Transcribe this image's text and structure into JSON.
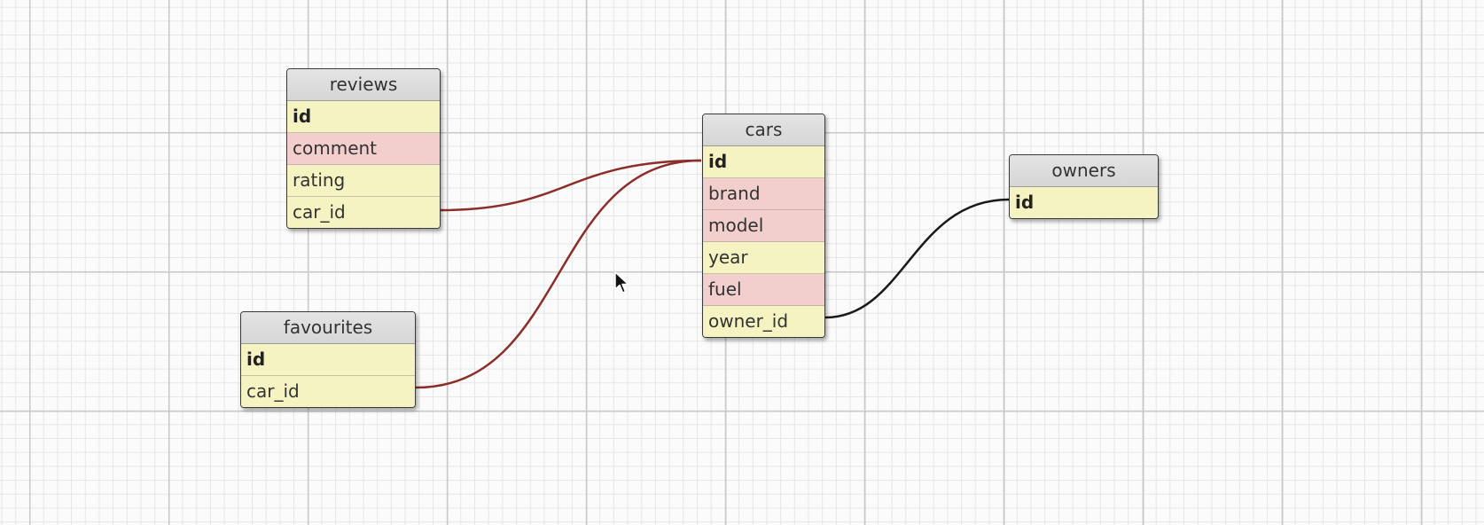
{
  "diagram": {
    "tables": [
      {
        "name": "reviews",
        "fields": [
          {
            "name": "id",
            "kind": "key"
          },
          {
            "name": "comment",
            "kind": "text"
          },
          {
            "name": "rating",
            "kind": "number"
          },
          {
            "name": "car_id",
            "kind": "number"
          }
        ]
      },
      {
        "name": "cars",
        "fields": [
          {
            "name": "id",
            "kind": "key"
          },
          {
            "name": "brand",
            "kind": "text"
          },
          {
            "name": "model",
            "kind": "text"
          },
          {
            "name": "year",
            "kind": "number"
          },
          {
            "name": "fuel",
            "kind": "text"
          },
          {
            "name": "owner_id",
            "kind": "number"
          }
        ]
      },
      {
        "name": "owners",
        "fields": [
          {
            "name": "id",
            "kind": "key"
          }
        ]
      },
      {
        "name": "favourites",
        "fields": [
          {
            "name": "id",
            "kind": "key"
          },
          {
            "name": "car_id",
            "kind": "number"
          }
        ]
      }
    ],
    "relations": [
      {
        "from": "reviews.car_id",
        "to": "cars.id",
        "color": "#8b2e2a"
      },
      {
        "from": "favourites.car_id",
        "to": "cars.id",
        "color": "#8b2e2a"
      },
      {
        "from": "cars.owner_id",
        "to": "owners.id",
        "color": "#1a1a1a"
      }
    ],
    "colors": {
      "key_field": "#f4f3c1",
      "number_field": "#f4f3c1",
      "text_field": "#f2cfcd",
      "header": "#dcdcdc"
    }
  }
}
